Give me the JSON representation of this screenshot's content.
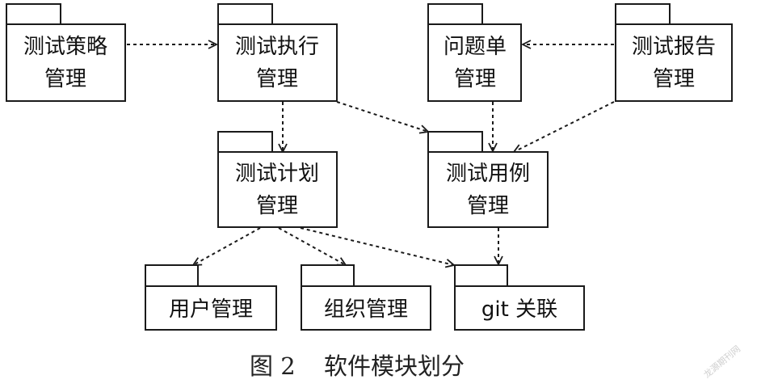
{
  "diagram": {
    "type": "package-diagram",
    "packages": {
      "strategy": {
        "lines": [
          "测试策略",
          "管理"
        ]
      },
      "execution": {
        "lines": [
          "测试执行",
          "管理"
        ]
      },
      "issue": {
        "lines": [
          "问题单",
          "管理"
        ]
      },
      "report": {
        "lines": [
          "测试报告",
          "管理"
        ]
      },
      "plan": {
        "lines": [
          "测试计划",
          "管理"
        ]
      },
      "testcase": {
        "lines": [
          "测试用例",
          "管理"
        ]
      },
      "user": {
        "lines": [
          "用户管理"
        ]
      },
      "org": {
        "lines": [
          "组织管理"
        ]
      },
      "git": {
        "lines": [
          "git 关联"
        ]
      }
    },
    "dependencies": [
      {
        "from": "strategy",
        "to": "execution"
      },
      {
        "from": "report",
        "to": "issue"
      },
      {
        "from": "execution",
        "to": "plan"
      },
      {
        "from": "execution",
        "to": "testcase"
      },
      {
        "from": "issue",
        "to": "testcase"
      },
      {
        "from": "report",
        "to": "testcase"
      },
      {
        "from": "plan",
        "to": "user"
      },
      {
        "from": "plan",
        "to": "org"
      },
      {
        "from": "plan",
        "to": "git"
      },
      {
        "from": "testcase",
        "to": "git"
      }
    ]
  },
  "caption": {
    "figure_label": "图 2",
    "title": "软件模块划分"
  },
  "watermark": {
    "text": "龙源期刊网"
  }
}
